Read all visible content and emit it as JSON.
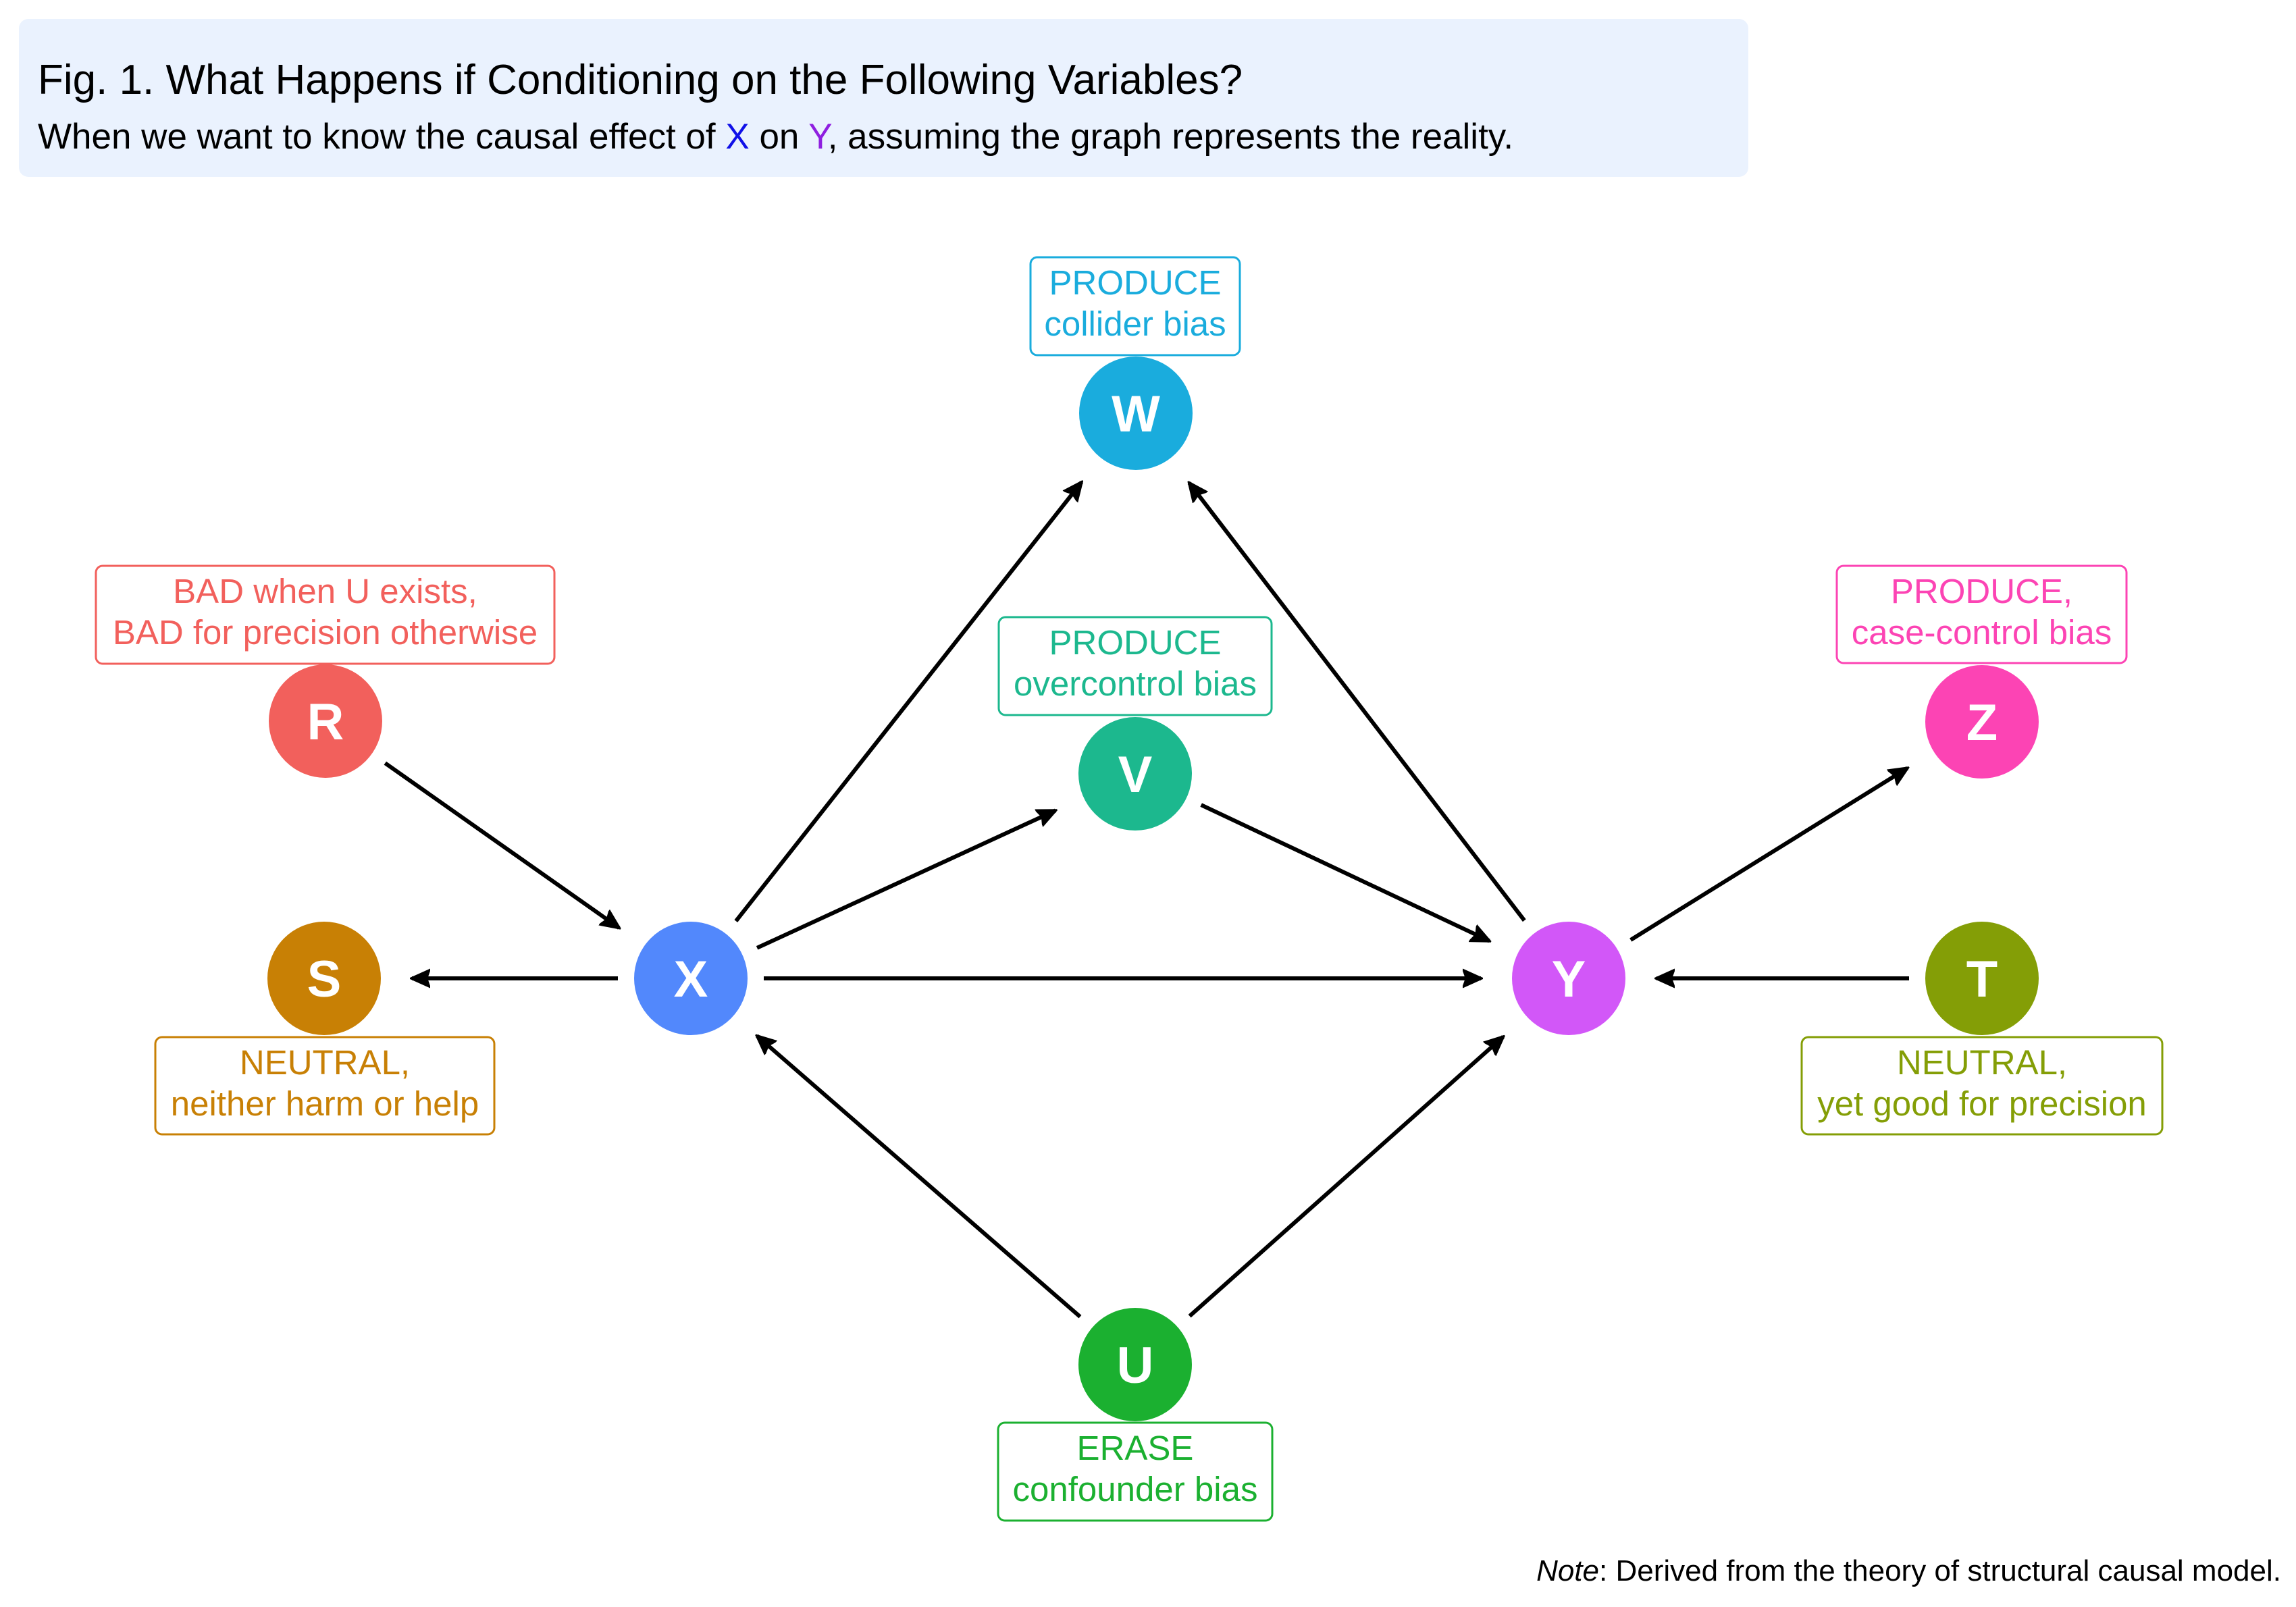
{
  "header": {
    "title": "Fig. 1. What Happens if Conditioning on the Following Variables?",
    "subtitle_prefix": "When we want to know the causal effect of ",
    "subtitle_x": "X",
    "subtitle_mid": " on ",
    "subtitle_y": "Y",
    "subtitle_suffix": ", assuming the graph represents the reality.",
    "x_color": "#1010e8",
    "y_color": "#8f1fe0",
    "background": "#eaf2fe"
  },
  "nodes": [
    {
      "id": "W",
      "color": "#1aacdd",
      "label": [
        "PRODUCE",
        "collider bias"
      ]
    },
    {
      "id": "R",
      "color": "#f2605c",
      "label": [
        "BAD when U exists,",
        "BAD for precision otherwise"
      ]
    },
    {
      "id": "V",
      "color": "#1cb88e",
      "label": [
        "PRODUCE",
        "overcontrol bias"
      ]
    },
    {
      "id": "Z",
      "color": "#fc44b4",
      "label": [
        "PRODUCE,",
        "case-control bias"
      ]
    },
    {
      "id": "S",
      "color": "#c88005",
      "label": [
        "NEUTRAL,",
        "neither harm or help"
      ]
    },
    {
      "id": "X",
      "color": "#5288fc",
      "label": []
    },
    {
      "id": "Y",
      "color": "#d257f8",
      "label": []
    },
    {
      "id": "T",
      "color": "#849e06",
      "label": [
        "NEUTRAL,",
        "yet good for precision"
      ]
    },
    {
      "id": "U",
      "color": "#1bb030",
      "label": [
        "ERASE",
        "confounder bias"
      ]
    }
  ],
  "edges": [
    {
      "from": "R",
      "to": "X"
    },
    {
      "from": "X",
      "to": "S"
    },
    {
      "from": "X",
      "to": "W"
    },
    {
      "from": "Y",
      "to": "W"
    },
    {
      "from": "X",
      "to": "V"
    },
    {
      "from": "V",
      "to": "Y"
    },
    {
      "from": "X",
      "to": "Y"
    },
    {
      "from": "U",
      "to": "X"
    },
    {
      "from": "U",
      "to": "Y"
    },
    {
      "from": "Y",
      "to": "Z"
    },
    {
      "from": "T",
      "to": "Y"
    }
  ],
  "note": {
    "prefix": "Note",
    "text": ": Derived from the theory of structural causal model."
  }
}
